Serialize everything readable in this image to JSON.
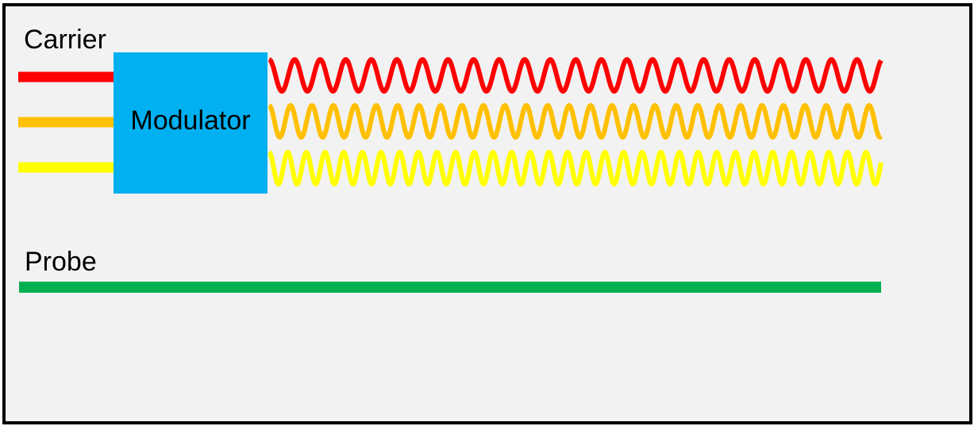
{
  "labels": {
    "carrier": "Carrier",
    "probe": "Probe",
    "modulator": "Modulator"
  },
  "colors": {
    "background": "#f2f2f2",
    "border": "#000000",
    "modulator": "#00b0f0",
    "carrier_red": "#ff0000",
    "carrier_orange": "#ffc000",
    "carrier_yellow": "#ffff00",
    "probe": "#00b050"
  }
}
